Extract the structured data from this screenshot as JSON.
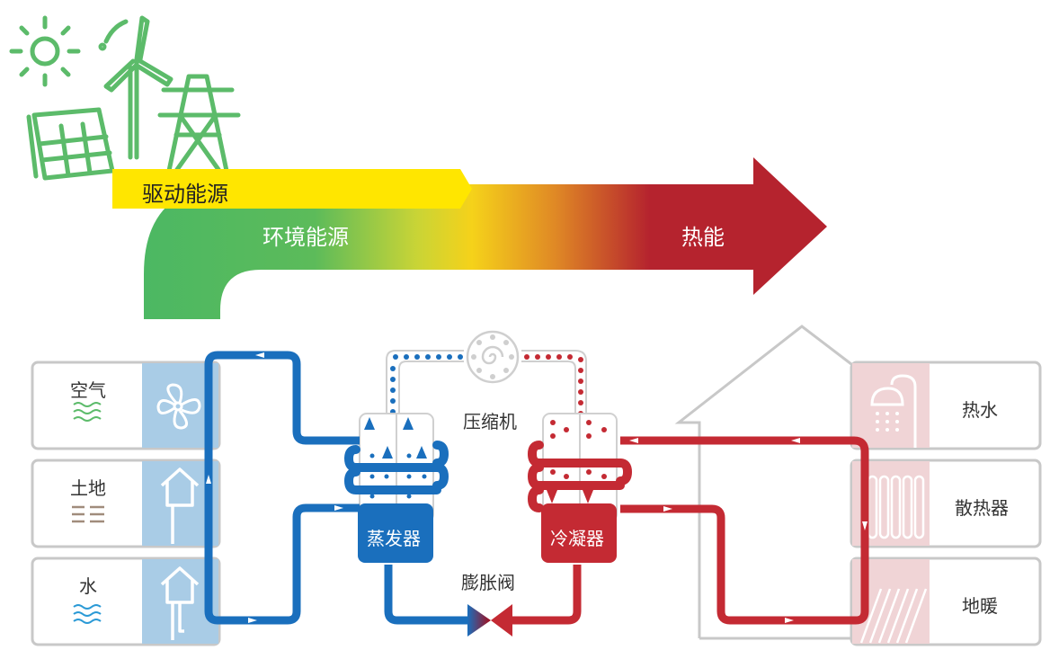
{
  "colors": {
    "green": "#4cb863",
    "yellow": "#ffe600",
    "orange": "#f0b020",
    "red": "#b5232e",
    "blue": "#1a6fbd",
    "light_blue": "#a9cce6",
    "light_red": "#f0d4d6",
    "gray_border": "#c8c8c8"
  },
  "banner": {
    "drive_energy": "驱动能源",
    "environment_energy": "环境能源",
    "heat_energy": "热能"
  },
  "sources": [
    {
      "label": "空气",
      "icon": "fan-icon",
      "marker": "wave-icon-green"
    },
    {
      "label": "土地",
      "icon": "ground-probe-icon",
      "marker": "layers-icon-brown"
    },
    {
      "label": "水",
      "icon": "water-probe-icon",
      "marker": "wave-icon-blue"
    }
  ],
  "outputs": [
    {
      "label": "热水",
      "icon": "shower-icon"
    },
    {
      "label": "散热器",
      "icon": "radiator-icon"
    },
    {
      "label": "地暖",
      "icon": "floor-heating-icon"
    }
  ],
  "components": {
    "compressor": "压缩机",
    "evaporator": "蒸发器",
    "condenser": "冷凝器",
    "expansion_valve": "膨胀阀"
  },
  "icons": {
    "top_left": [
      "sun-icon",
      "wind-turbine-icon",
      "solar-panel-icon",
      "power-tower-icon"
    ]
  }
}
